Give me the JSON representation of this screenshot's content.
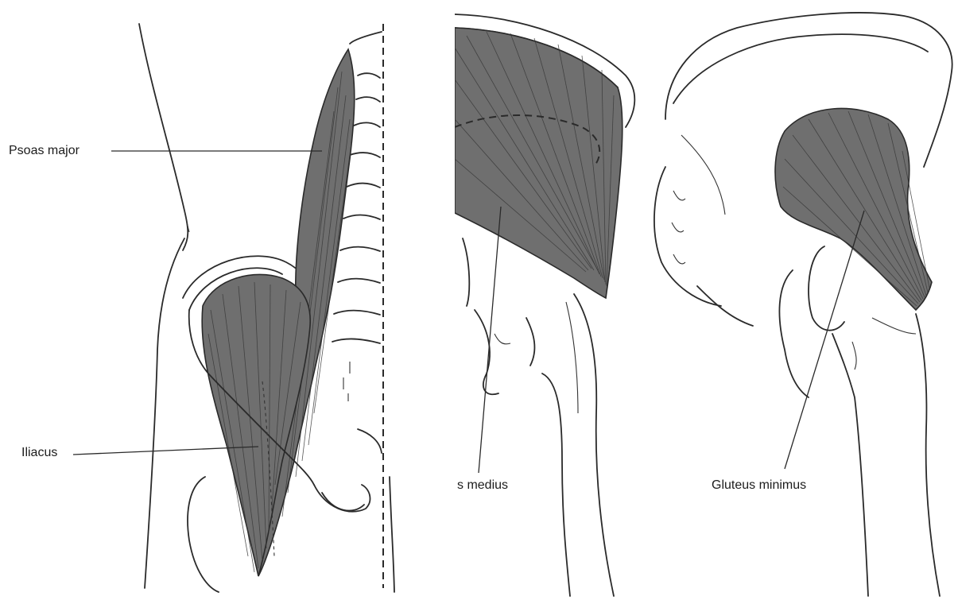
{
  "labels": {
    "psoas_major": "Psoas major",
    "iliacus": "Iliacus",
    "gluteus_medius": "s medius",
    "gluteus_minimus": "Gluteus minimus"
  },
  "colors": {
    "muscle_fill": "#6f6f6f",
    "line": "#2a2a2a",
    "background": "#ffffff"
  }
}
